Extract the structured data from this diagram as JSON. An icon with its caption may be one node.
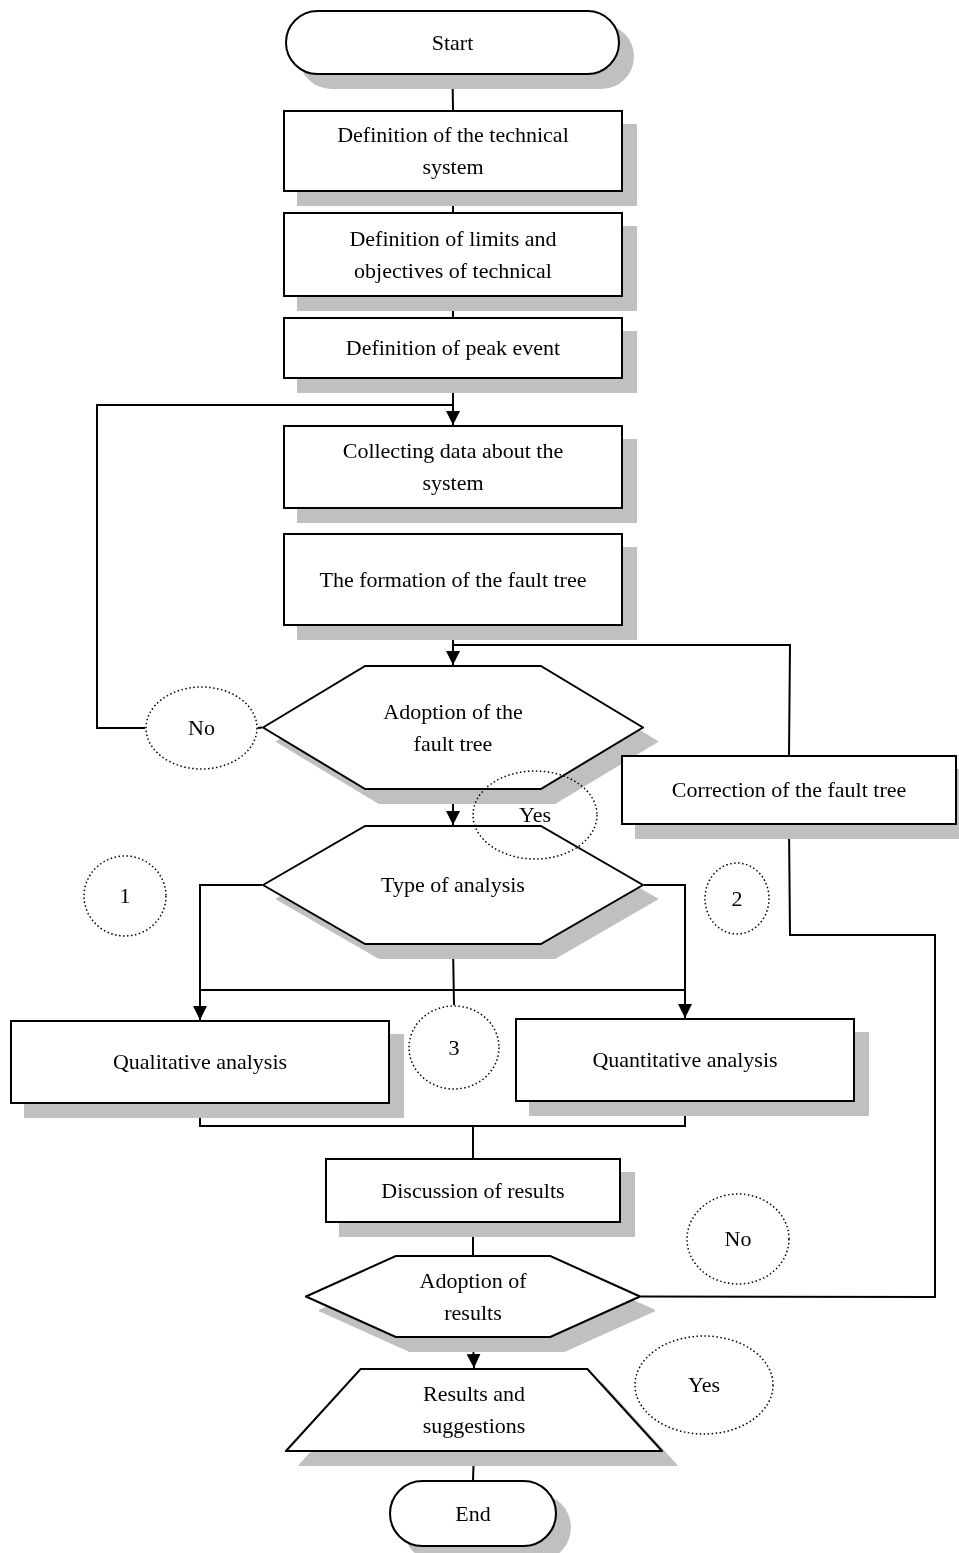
{
  "diagram": {
    "nodes": [
      {
        "text": [
          "Start"
        ]
      },
      {
        "text": [
          "Definition of the technical system"
        ]
      },
      {
        "text": [
          "Definition of limits and objectives of technical"
        ]
      },
      {
        "text": [
          "Definition of peak event"
        ]
      },
      {
        "text": [
          "Collecting data about the system"
        ]
      },
      {
        "text": [
          "The formation of the fault tree"
        ]
      },
      {
        "text": [
          "Adoption of the fault tree"
        ]
      },
      {
        "text": [
          "No"
        ]
      },
      {
        "text": [
          "Correction of the fault tree"
        ]
      },
      {
        "text": [
          "Yes"
        ]
      },
      {
        "text": [
          "Type of analysis"
        ]
      },
      {
        "text": [
          "1"
        ]
      },
      {
        "text": [
          "2"
        ]
      },
      {
        "text": [
          "Qualitative analysis"
        ]
      },
      {
        "text": [
          "3"
        ]
      },
      {
        "text": [
          "Quantitative analysis"
        ]
      },
      {
        "text": [
          "Discussion of results"
        ]
      },
      {
        "text": [
          "No"
        ]
      },
      {
        "text": [
          "Adoption of results"
        ]
      },
      {
        "text": [
          "Yes"
        ]
      },
      {
        "text": [
          "Results and suggestions"
        ]
      },
      {
        "text": [
          "End"
        ]
      }
    ],
    "edges": [
      {
        "from": 0,
        "to": 1,
        "arrow": "none"
      },
      {
        "from": 1,
        "to": 2,
        "arrow": "none"
      },
      {
        "from": 2,
        "to": 3,
        "arrow": "none"
      },
      {
        "from": 3,
        "to": 4,
        "arrow": "none"
      },
      {
        "from": 5,
        "to": 6,
        "arrow": "none"
      },
      {
        "from": 6,
        "to": 10,
        "arrow": "to"
      },
      {
        "from": 6,
        "to": 7,
        "arrow": "none"
      },
      {
        "from": 7,
        "to": 4,
        "arrow": "to"
      },
      {
        "from": 8,
        "to": 6,
        "arrow": "to"
      },
      {
        "from": 10,
        "to": 13,
        "arrow": "to"
      },
      {
        "from": 10,
        "to": 15,
        "arrow": "to"
      },
      {
        "from": 10,
        "to": 14,
        "arrow": "none"
      },
      {
        "from": 13,
        "to": 16,
        "arrow": "none"
      },
      {
        "from": 15,
        "to": 16,
        "arrow": "none"
      },
      {
        "from": 16,
        "to": 18,
        "arrow": "none"
      },
      {
        "from": 18,
        "to": 20,
        "arrow": "to"
      },
      {
        "from": 20,
        "to": 21,
        "arrow": "none"
      },
      {
        "from": 18,
        "to": 8,
        "arrow": "to"
      }
    ]
  }
}
